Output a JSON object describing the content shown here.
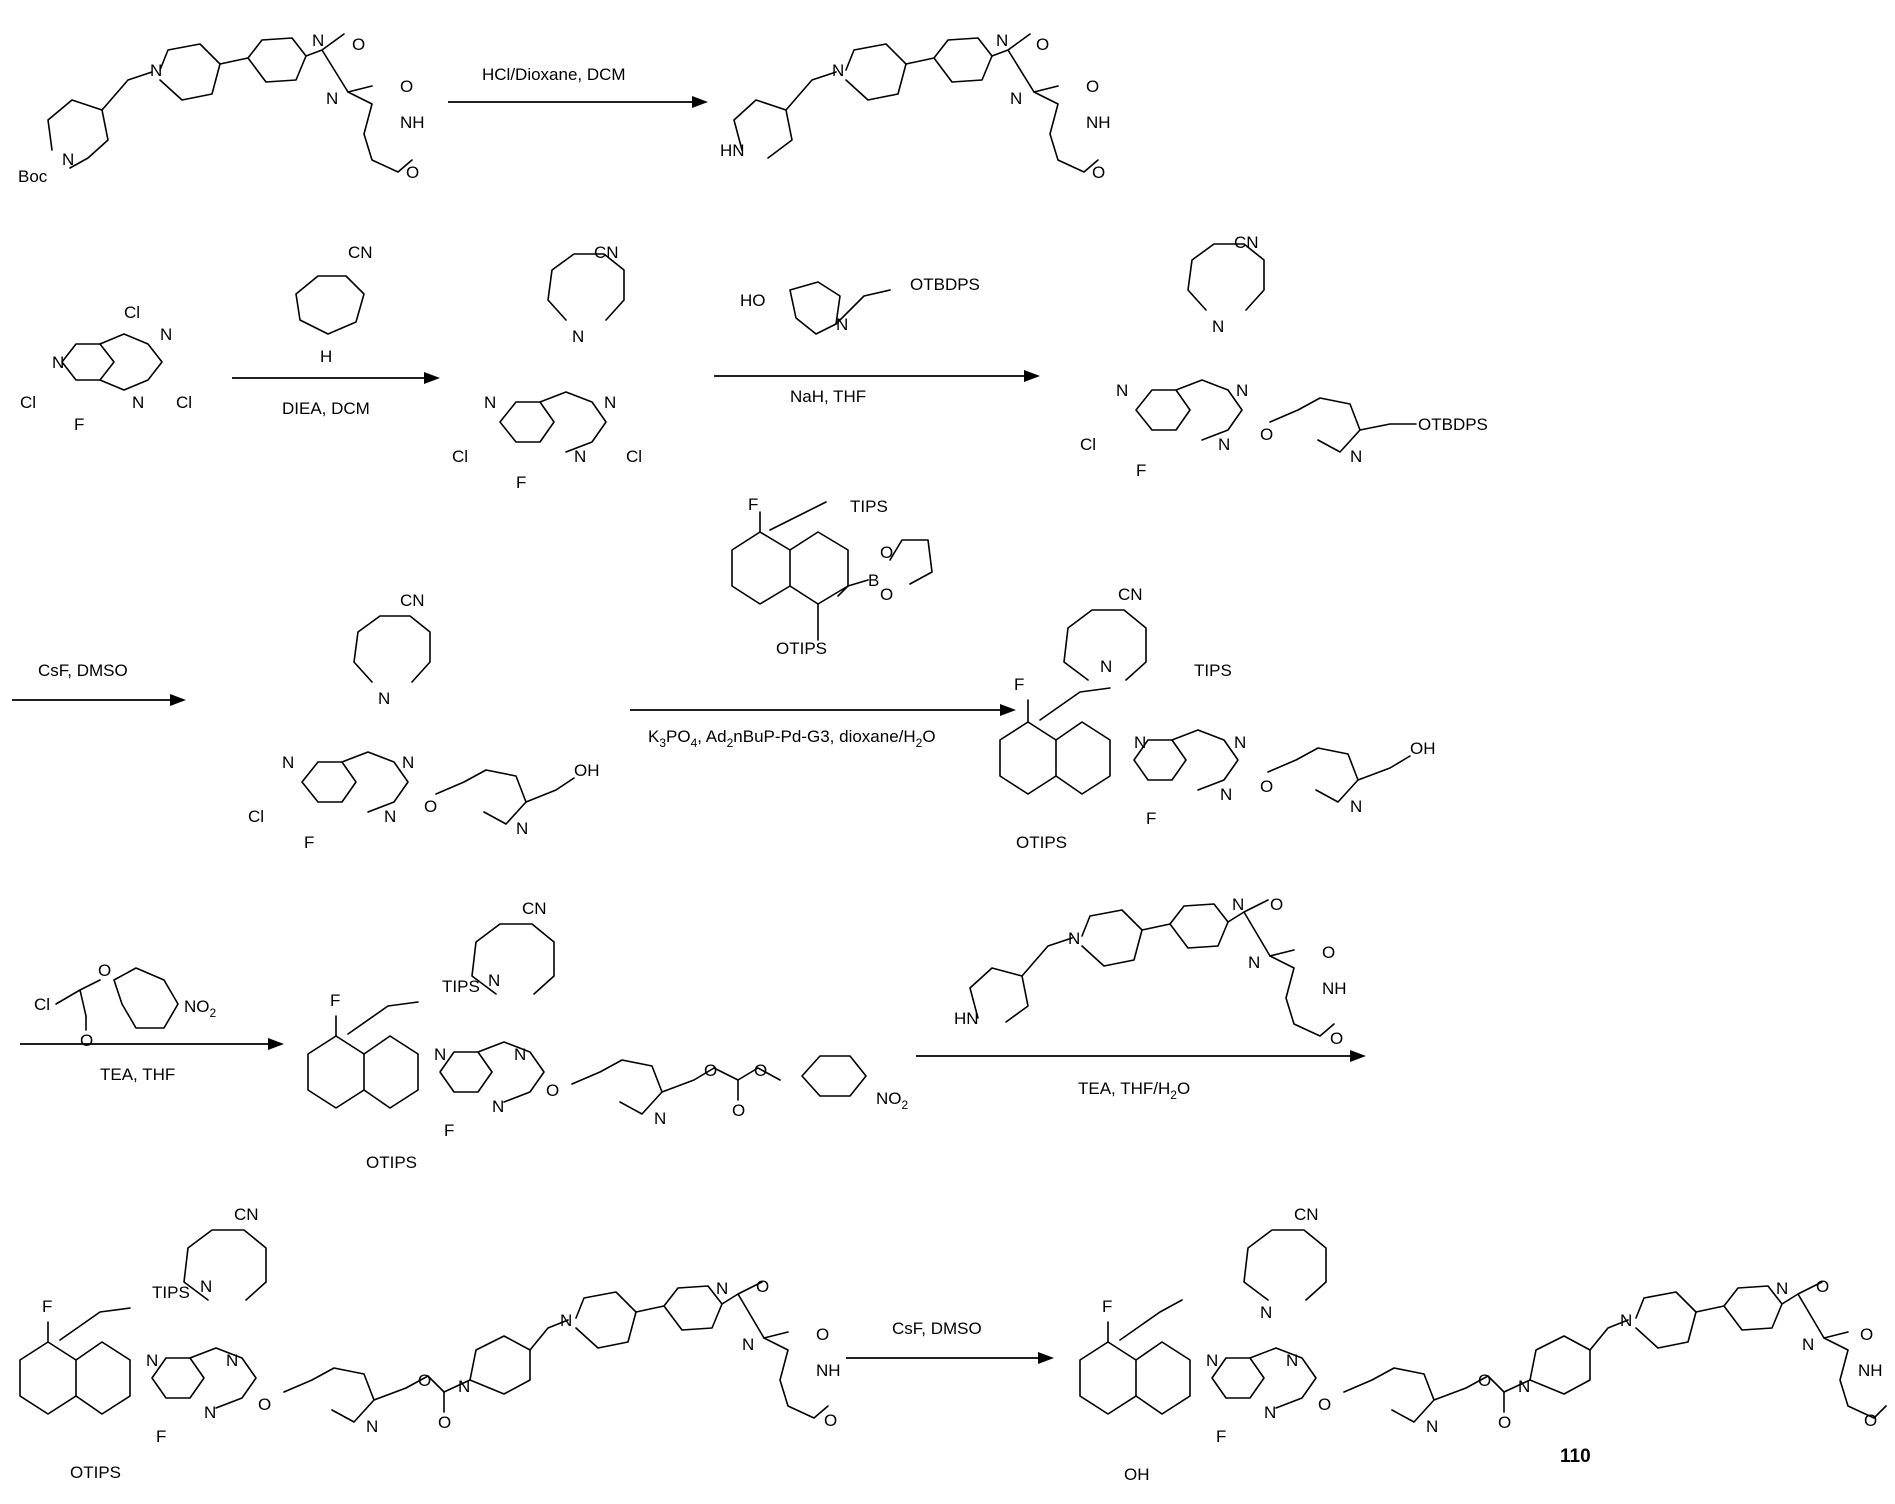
{
  "scheme": {
    "conditions": {
      "step1": "HCl/Dioxane, DCM",
      "step2": "DIEA, DCM",
      "step3": "NaH, THF",
      "step4": "CsF, DMSO",
      "step5_prefix": "K",
      "step5_sub1": "3",
      "step5_mid1": "PO",
      "step5_sub2": "4",
      "step5_mid2": ", Ad",
      "step5_sub3": "2",
      "step5_rest": "nBuP-Pd-G3, dioxane/H",
      "step5_sub4": "2",
      "step5_end": "O",
      "step6": "TEA, THF",
      "step7_main": "TEA, THF/H",
      "step7_sub": "2",
      "step7_end": "O",
      "step8": "CsF, DMSO"
    },
    "labels": {
      "N": "N",
      "O": "O",
      "NH": "NH",
      "HN": "HN",
      "H": "H",
      "Boc": "Boc",
      "CN": "CN",
      "Cl": "Cl",
      "F": "F",
      "HO": "HO",
      "OH": "OH",
      "OTBDPS": "OTBDPS",
      "TIPS": "TIPS",
      "OTIPS": "OTIPS",
      "B": "B",
      "NO2_main": "NO",
      "NO2_sub": "2"
    },
    "compound_number": "110"
  }
}
